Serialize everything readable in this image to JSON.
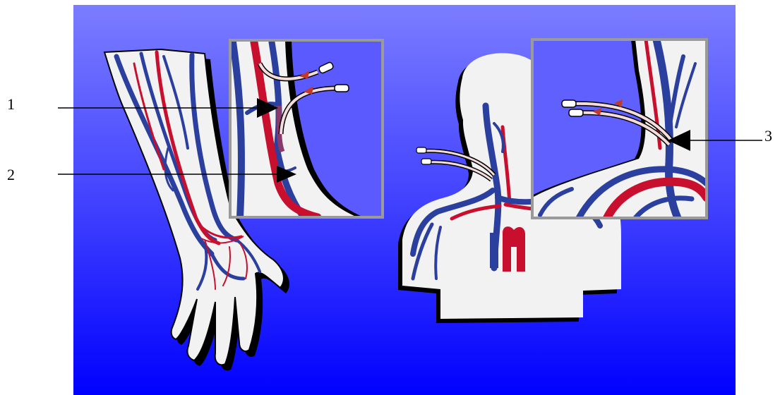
{
  "callouts": [
    {
      "id": "1",
      "label": "1"
    },
    {
      "id": "2",
      "label": "2"
    },
    {
      "id": "3",
      "label": "3"
    }
  ],
  "colors": {
    "background_top": "#7a7cff",
    "background_bottom": "#0000ff",
    "skin": "#f2f2f2",
    "vein": "#2b3f9e",
    "artery": "#c8102e",
    "catheter": "#f4dcdc",
    "catheter_tip": "#c0392b",
    "inset_frame": "#9a9a9a",
    "outline": "#000000"
  },
  "icons": [
    "arrow-head-icon",
    "catheter-icon"
  ]
}
